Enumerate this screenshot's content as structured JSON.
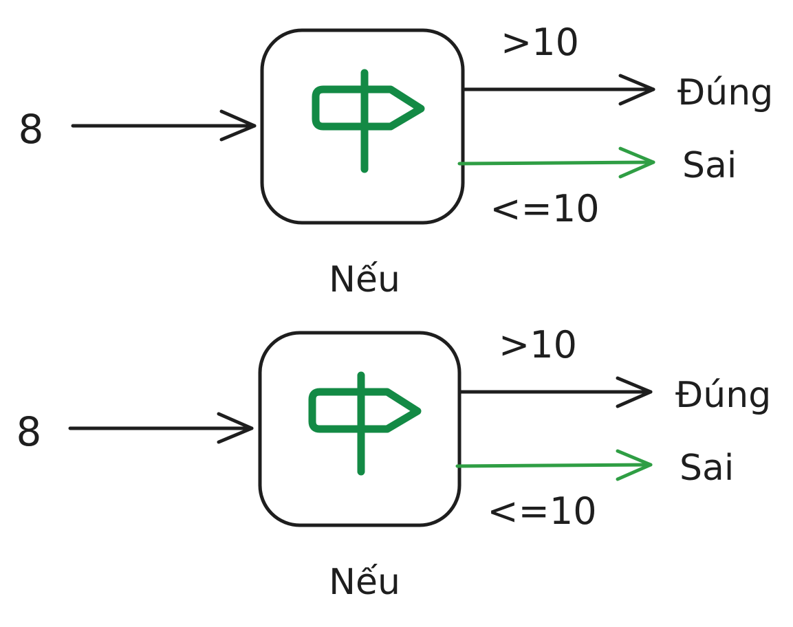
{
  "colors": {
    "ink": "#1e1e1e",
    "true_arrow": "#1e1e1e",
    "false_arrow": "#2f9e44",
    "icon": "#138a45",
    "background": "#ffffff"
  },
  "diagrams": [
    {
      "input_value": "8",
      "node_icon": "signpost-icon",
      "node_label": "Nếu",
      "true_condition": ">10",
      "true_result": "Đúng",
      "false_condition": "<=10",
      "false_result": "Sai"
    },
    {
      "input_value": "8",
      "node_icon": "signpost-icon",
      "node_label": "Nếu",
      "true_condition": ">10",
      "true_result": "Đúng",
      "false_condition": "<=10",
      "false_result": "Sai"
    }
  ]
}
